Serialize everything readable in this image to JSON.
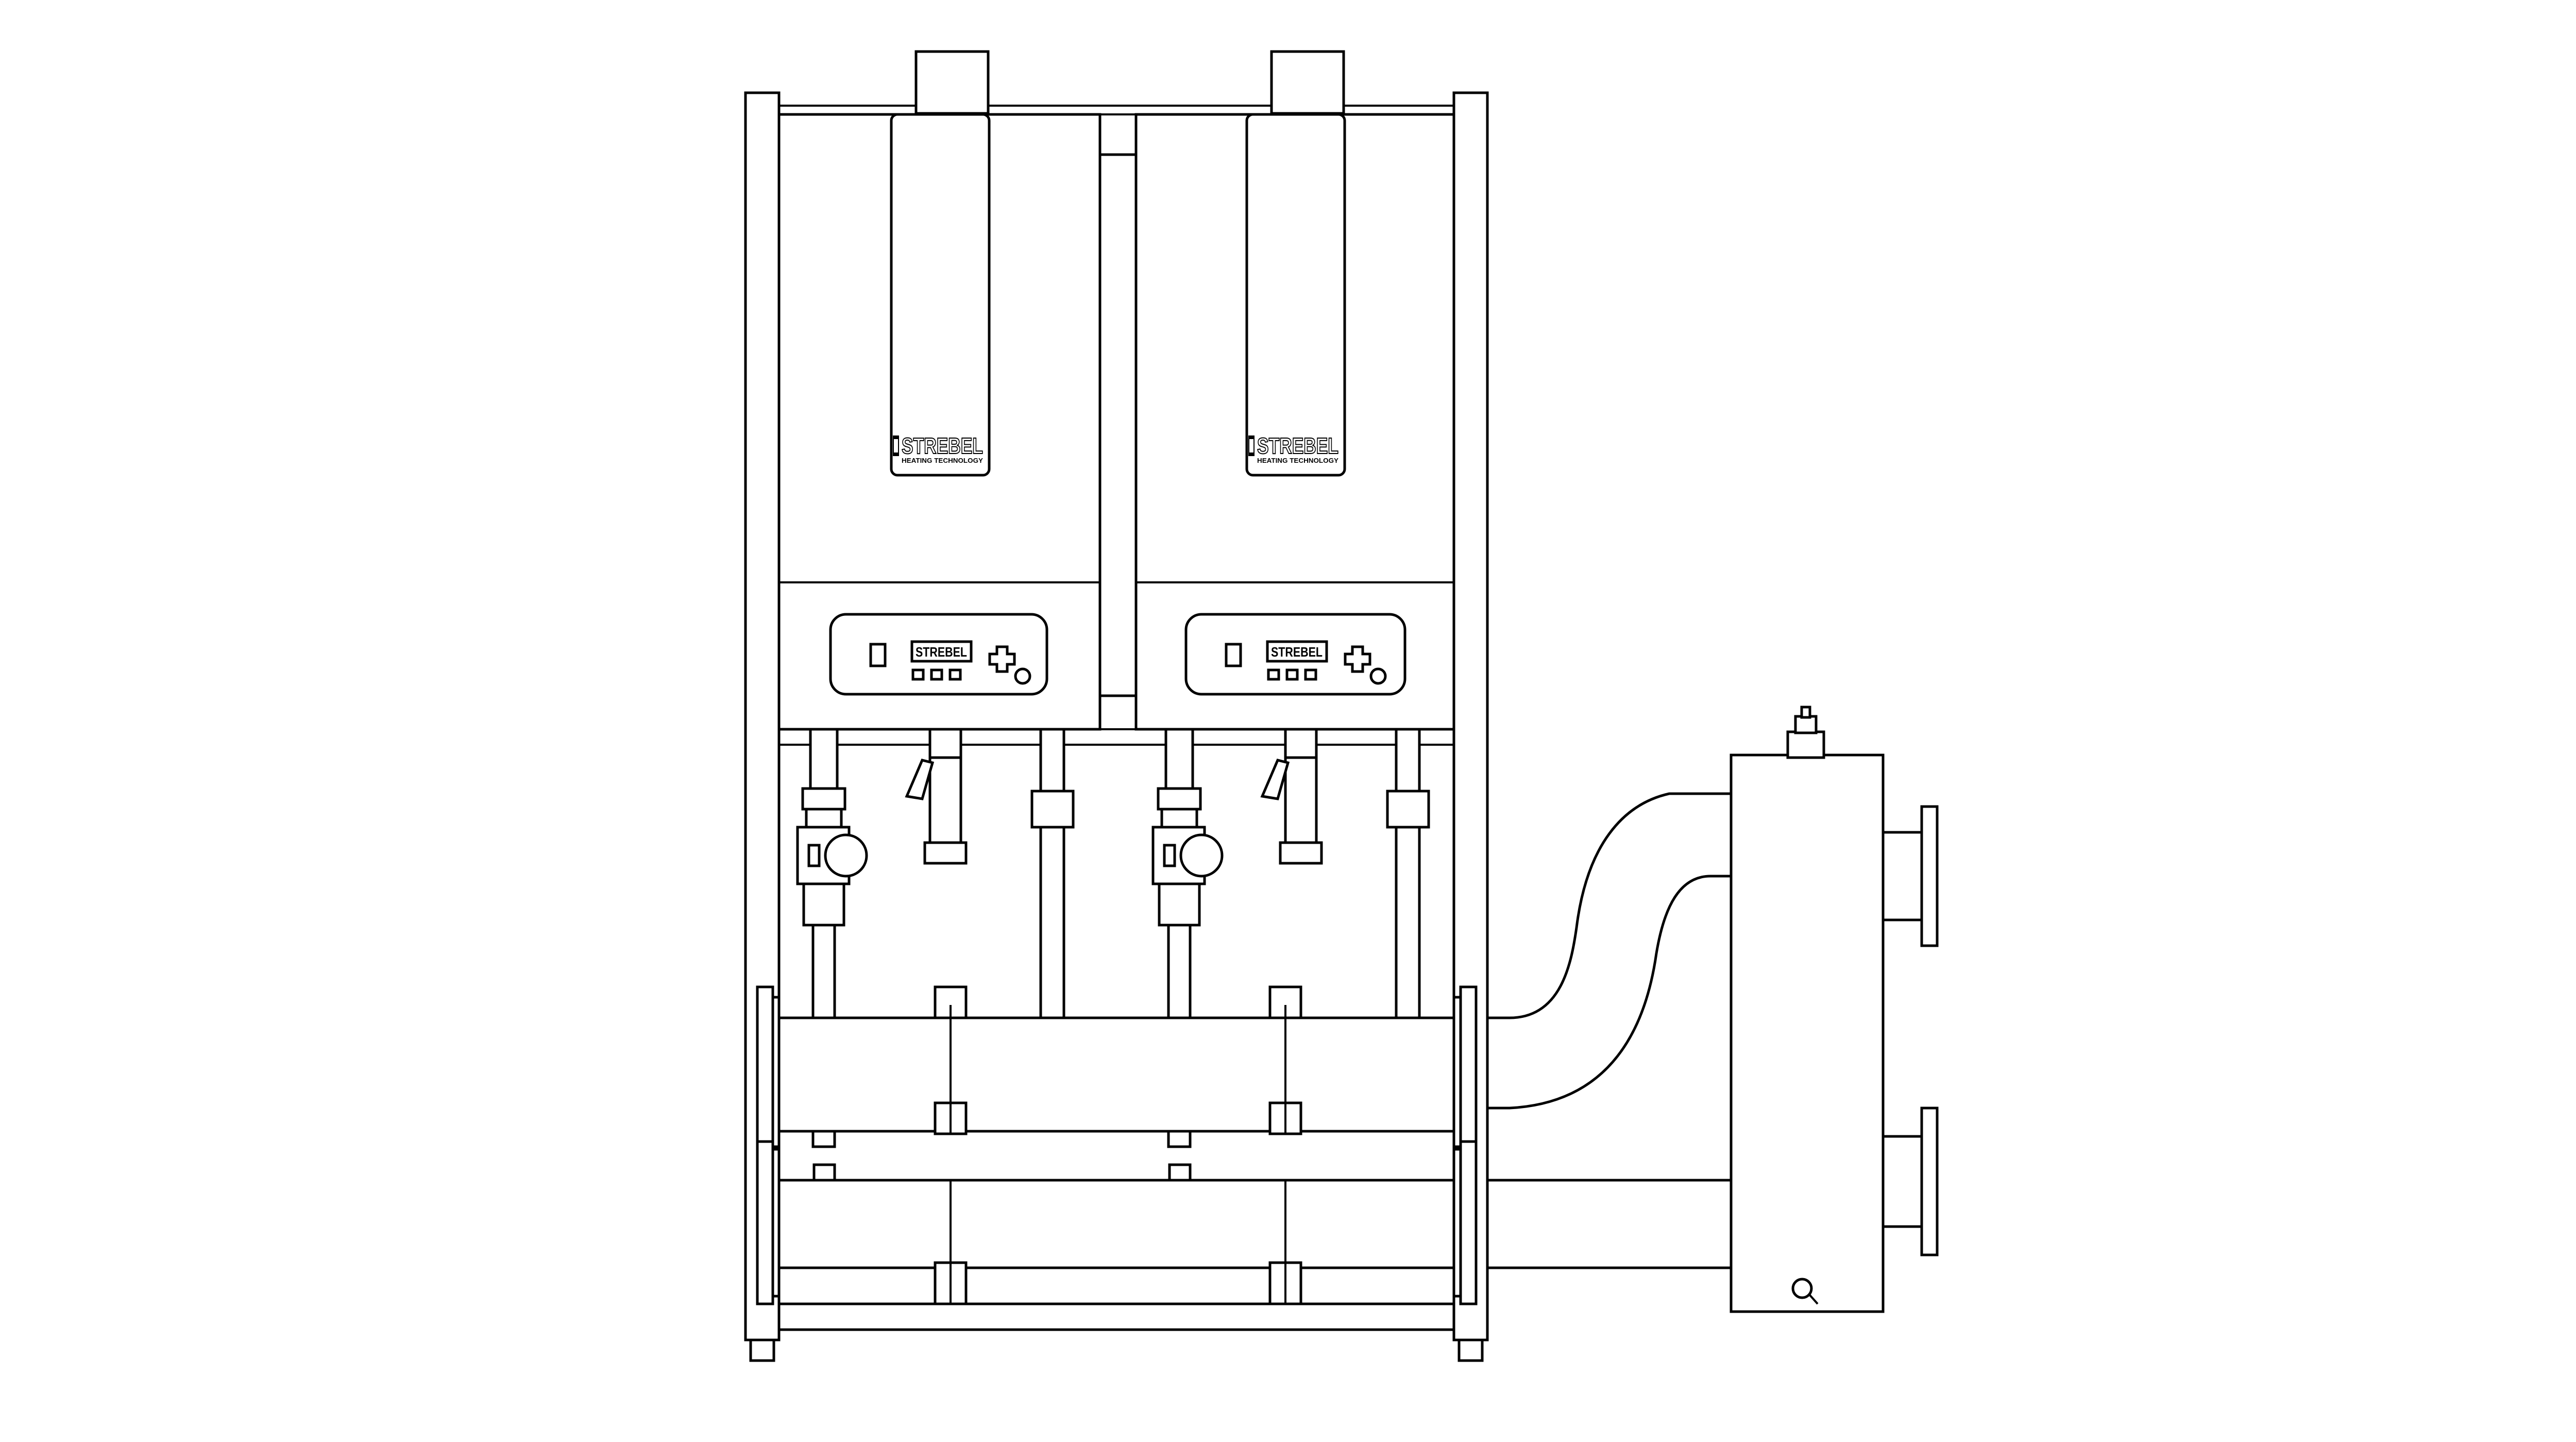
{
  "drawing": {
    "boiler_left": {
      "brand": "STREBEL",
      "tagline": "HEATING TECHNOLOGY",
      "display_text": "STREBEL"
    },
    "boiler_right": {
      "brand": "STREBEL",
      "tagline": "HEATING TECHNOLOGY",
      "display_text": "STREBEL"
    },
    "colors": {
      "line": "#000000",
      "background": "#ffffff"
    }
  }
}
